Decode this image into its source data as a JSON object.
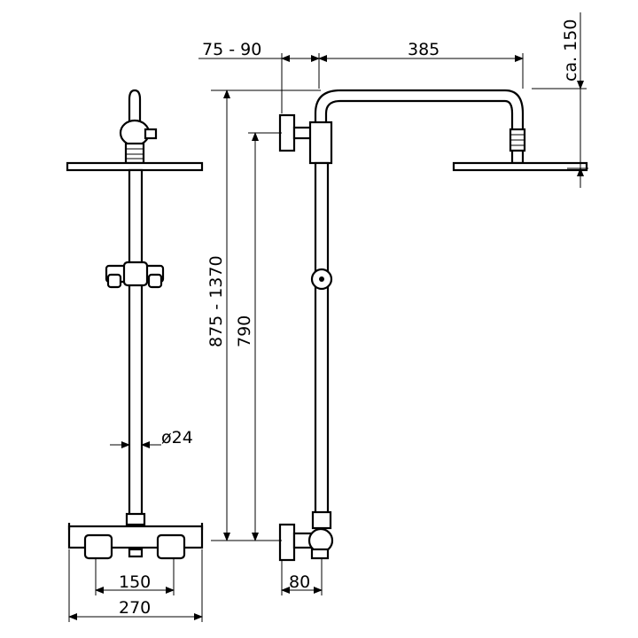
{
  "dimensions": {
    "outlet_offset": "75  - 90",
    "arm_length": "385",
    "head_drop": "ca. 150",
    "total_height": "875 - 1370",
    "rail_height": "790",
    "tube_diameter": "ø24",
    "mixer_center": "80",
    "inlet_spacing": "150",
    "mixer_width": "270"
  },
  "colors": {
    "line": "#000000",
    "background": "#ffffff"
  }
}
